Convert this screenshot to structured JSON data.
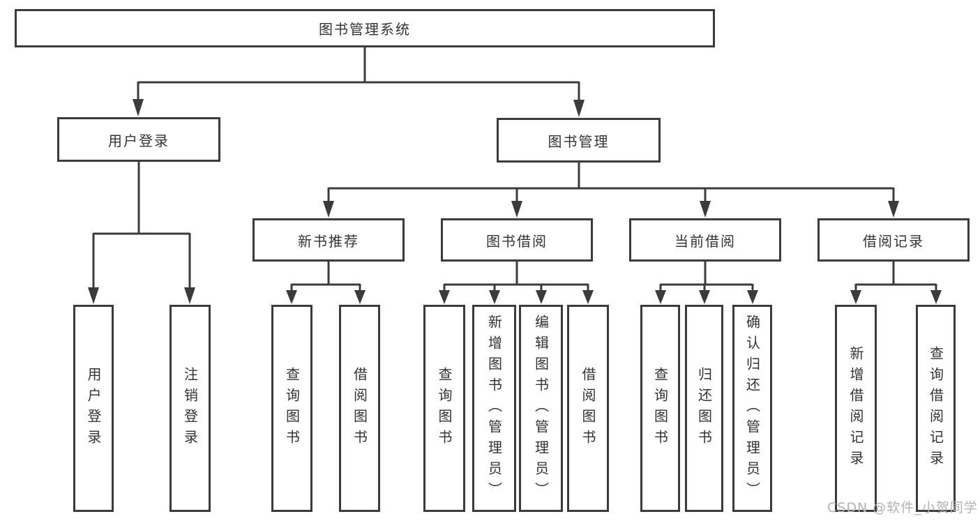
{
  "colors": {
    "line": "#3b3b3b",
    "box_border": "#3b3b3b",
    "text": "#333333",
    "watermark": "#b3b3b3",
    "background": "#ffffff"
  },
  "watermark": {
    "text": "CSDN @软件_小贺同学"
  },
  "tree": {
    "label": "图书管理系统",
    "children": [
      {
        "label": "用户登录",
        "children": [
          {
            "label": "用户登录"
          },
          {
            "label": "注销登录"
          }
        ]
      },
      {
        "label": "图书管理",
        "children": [
          {
            "label": "新书推荐",
            "children": [
              {
                "label": "查询图书"
              },
              {
                "label": "借阅图书"
              }
            ]
          },
          {
            "label": "图书借阅",
            "children": [
              {
                "label": "查询图书"
              },
              {
                "label": "新增图书（管理员）"
              },
              {
                "label": "编辑图书（管理员）"
              },
              {
                "label": "借阅图书"
              }
            ]
          },
          {
            "label": "当前借阅",
            "children": [
              {
                "label": "查询图书"
              },
              {
                "label": "归还图书"
              },
              {
                "label": "确认归还（管理员）"
              }
            ]
          },
          {
            "label": "借阅记录",
            "children": [
              {
                "label": "新增借阅记录"
              },
              {
                "label": "查询借阅记录"
              }
            ]
          }
        ]
      }
    ]
  }
}
